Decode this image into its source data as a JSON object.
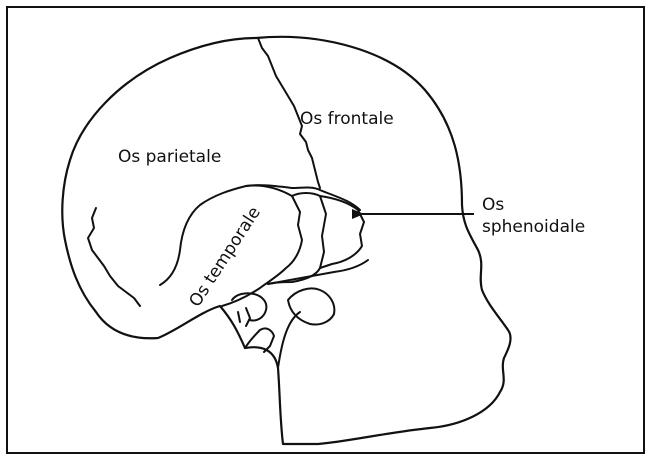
{
  "labels": {
    "parietale": "Os parietale",
    "frontale": "Os frontale",
    "temporale": "Os temporale",
    "sphenoidale_line1": "Os",
    "sphenoidale_line2": "sphenoidale"
  },
  "colors": {
    "line": "#111111",
    "background": "#ffffff"
  }
}
